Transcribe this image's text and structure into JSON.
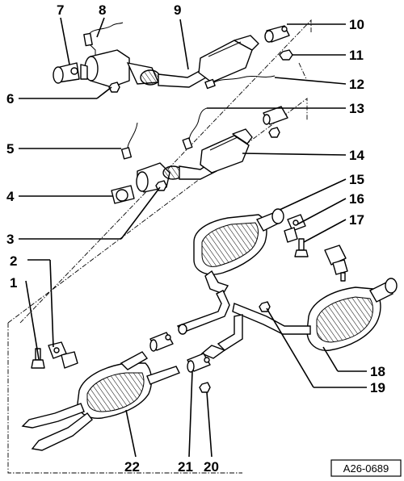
{
  "callouts": [
    {
      "id": "1",
      "label": "1"
    },
    {
      "id": "2",
      "label": "2"
    },
    {
      "id": "3",
      "label": "3"
    },
    {
      "id": "4",
      "label": "4"
    },
    {
      "id": "5",
      "label": "5"
    },
    {
      "id": "6",
      "label": "6"
    },
    {
      "id": "7",
      "label": "7"
    },
    {
      "id": "8",
      "label": "8"
    },
    {
      "id": "9",
      "label": "9"
    },
    {
      "id": "10",
      "label": "10"
    },
    {
      "id": "11",
      "label": "11"
    },
    {
      "id": "12",
      "label": "12"
    },
    {
      "id": "13",
      "label": "13"
    },
    {
      "id": "14",
      "label": "14"
    },
    {
      "id": "15",
      "label": "15"
    },
    {
      "id": "16",
      "label": "16"
    },
    {
      "id": "17",
      "label": "17"
    },
    {
      "id": "18",
      "label": "18"
    },
    {
      "id": "19",
      "label": "19"
    },
    {
      "id": "20",
      "label": "20"
    },
    {
      "id": "21",
      "label": "21"
    },
    {
      "id": "22",
      "label": "22"
    }
  ],
  "drawing_code": "A26-0689"
}
